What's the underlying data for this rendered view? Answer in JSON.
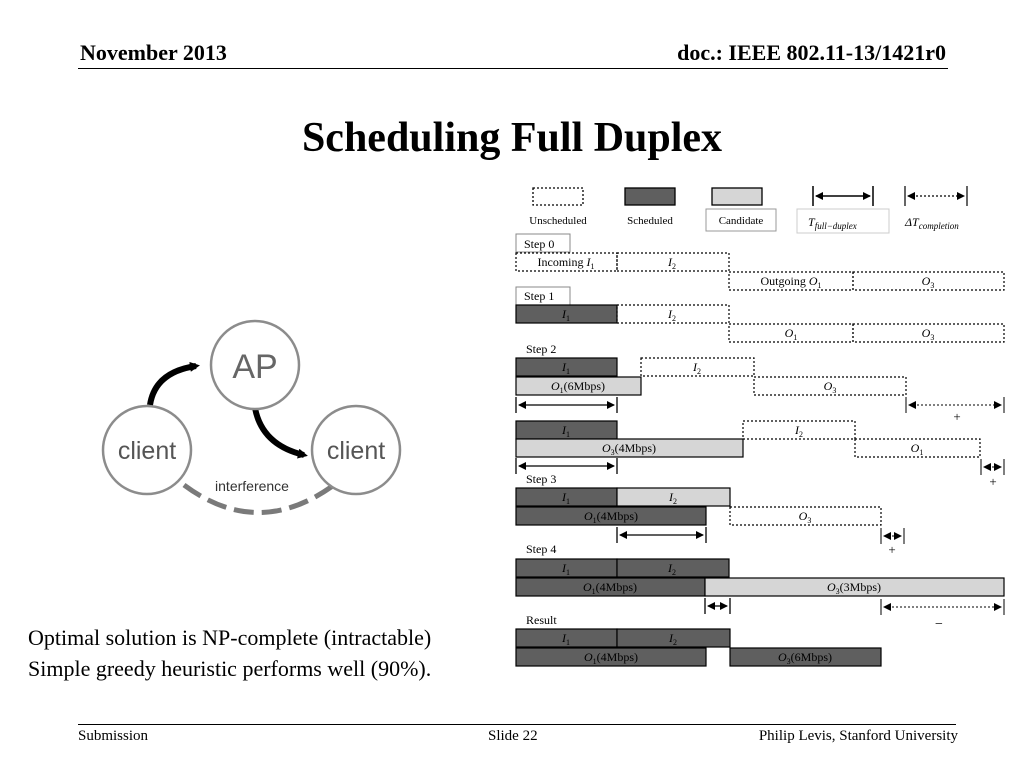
{
  "header": {
    "date": "November 2013",
    "doc": "doc.: IEEE 802.11-13/1421r0"
  },
  "title": "Scheduling Full Duplex",
  "network": {
    "ap": "AP",
    "client_left": "client",
    "client_right": "client",
    "interference": "interference"
  },
  "legend": {
    "unscheduled": "Unscheduled",
    "scheduled": "Scheduled",
    "candidate": "Candidate",
    "t_full_base": "T",
    "t_full_sub": "full−duplex",
    "dt_completion_base": "ΔT",
    "dt_completion_sub": "completion"
  },
  "steps": {
    "step0": "Step 0",
    "step1": "Step 1",
    "step2": "Step 2",
    "step3": "Step 3",
    "step4": "Step 4",
    "result": "Result"
  },
  "labels": {
    "incoming_prefix": "Incoming ",
    "outgoing_prefix": "Outgoing ",
    "mbps6": "(6Mbps)",
    "mbps4": "(4Mbps)",
    "mbps3": "(3Mbps)"
  },
  "signs": {
    "plus": "+",
    "minus": "−"
  },
  "bullets": [
    "Optimal solution is NP-complete (intractable)",
    "Simple greedy heuristic performs well (90%)."
  ],
  "footer": {
    "left": "Submission",
    "center": "Slide 22",
    "right": "Philip Levis, Stanford University"
  },
  "colors": {
    "scheduled": "#5f5f5f",
    "candidate": "#d6d6d6",
    "node_stroke": "#8c8c8c",
    "interference": "#7a7a7a"
  }
}
